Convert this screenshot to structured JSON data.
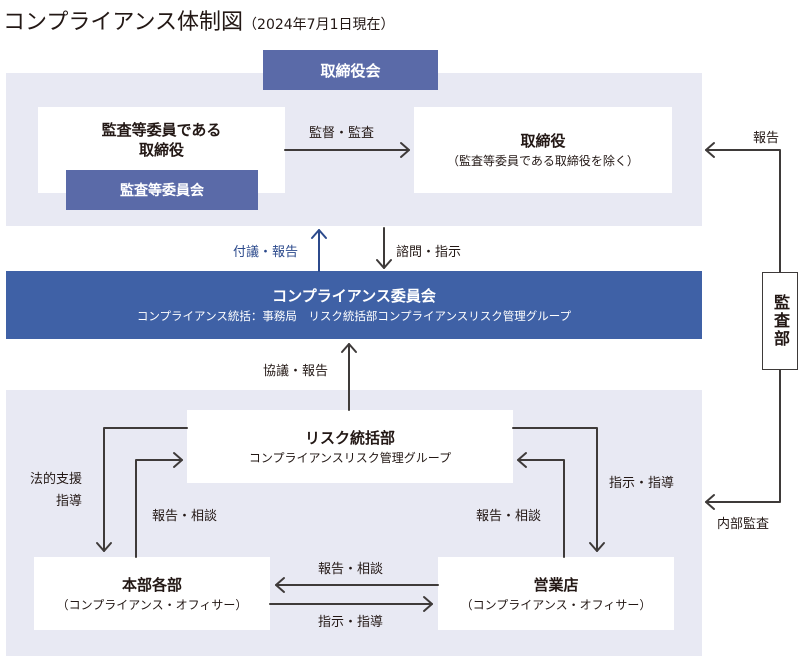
{
  "title": {
    "main": "コンプライアンス体制図",
    "date": "（2024年7月1日現在）"
  },
  "board": {
    "header": "取締役会",
    "audit_director_line1": "監査等委員である",
    "audit_director_line2": "取締役",
    "audit_committee": "監査等委員会",
    "director_title": "取締役",
    "director_note": "（監査等委員である取締役を除く）",
    "supervision_label": "監督・監査"
  },
  "flows": {
    "proposal_report": "付議・報告",
    "consult_instruct": "諮問・指示",
    "deliberation_report": "協議・報告"
  },
  "committee": {
    "title": "コンプライアンス委員会",
    "subtitle": "コンプライアンス統括：事務局　リスク統括部コンプライアンスリスク管理グループ"
  },
  "risk": {
    "title": "リスク統括部",
    "subtitle": "コンプライアンスリスク管理グループ"
  },
  "headquarters": {
    "title": "本部各部",
    "subtitle": "（コンプライアンス・オフィサー）"
  },
  "branches": {
    "title": "営業店",
    "subtitle": "（コンプライアンス・オフィサー）"
  },
  "labels": {
    "legal_support_line1": "法的支援",
    "legal_support_line2": "指導",
    "report_consult_left": "報告・相談",
    "report_consult_right": "報告・相談",
    "instruct_guide_right": "指示・指導",
    "report_consult_bottom": "報告・相談",
    "instruct_guide_bottom": "指示・指導"
  },
  "audit": {
    "title": "監査部",
    "report": "報告",
    "internal_audit": "内部監査"
  },
  "colors": {
    "panel": "#e8e9f3",
    "navy": "#5a6aa8",
    "committee_blue": "#3f61a6",
    "arrow_blue": "#2c4a8c",
    "line": "#3e3a39"
  }
}
